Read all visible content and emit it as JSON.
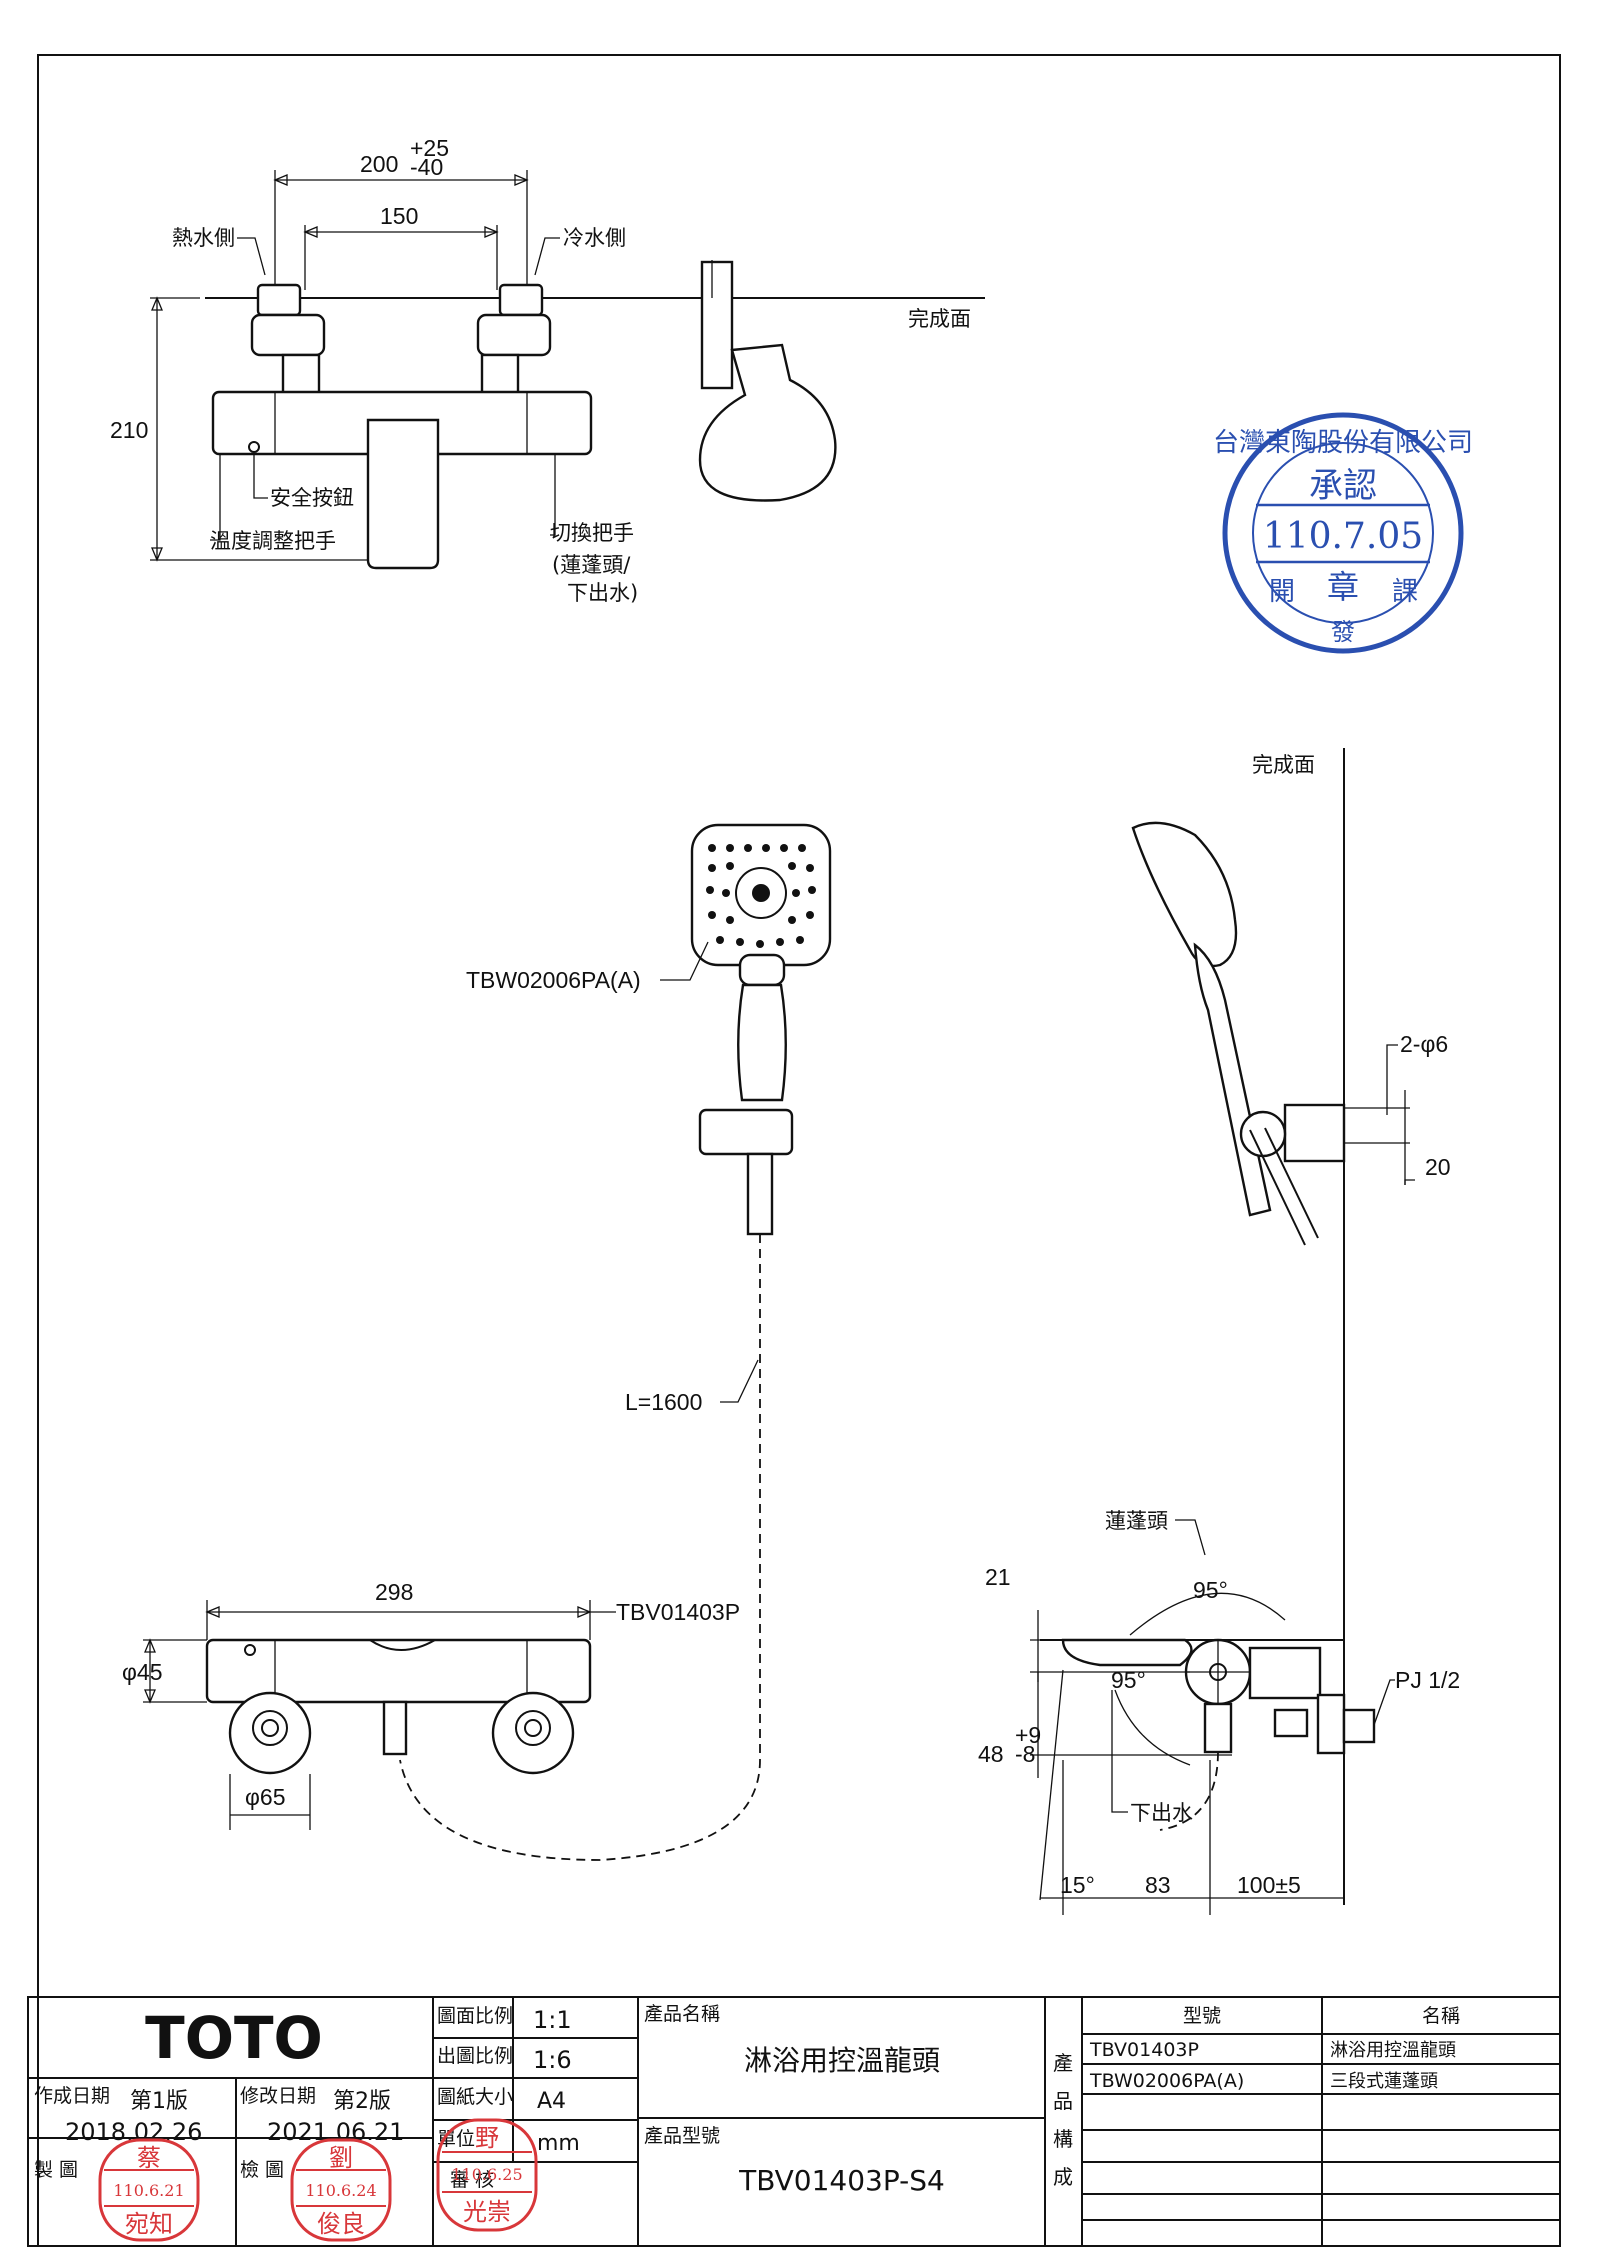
{
  "drawing": {
    "top_view": {
      "dim_200": "200",
      "dim_200_tol_plus": "+25",
      "dim_200_tol_minus": "-40",
      "dim_150": "150",
      "dim_210": "210",
      "hot_side": "熱水側",
      "cold_side": "冷水側",
      "finish_surface": "完成面",
      "safety_button": "安全按鈕",
      "temp_handle": "溫度調整把手",
      "switch_handle_l1": "切換把手",
      "switch_handle_l2": "(蓮蓬頭/",
      "switch_handle_l3": "下出水)"
    },
    "approval_stamp": {
      "company": "台灣東陶股份有限公司",
      "approve": "承認",
      "date": "110.7.05",
      "seal": "章",
      "left": "開",
      "right": "課",
      "bottom": "發"
    },
    "front_view": {
      "shower_model": "TBW02006PA(A)",
      "hose_length": "L=1600",
      "dim_298": "298",
      "dim_d45": "φ45",
      "dim_d65": "φ65",
      "valve_model": "TBV01403P"
    },
    "side_view": {
      "finish_surface": "完成面",
      "holes": "2-φ6",
      "dim_20": "20",
      "shower_head": "蓮蓬頭",
      "angle_top": "95°",
      "angle_inner": "95°",
      "dim_21": "21",
      "pj": "PJ 1/2",
      "dim_48": "48",
      "dim_48_plus": "+9",
      "dim_48_minus": "-8",
      "lower_outlet": "下出水",
      "angle_15": "15°",
      "dim_83": "83",
      "dim_100": "100±5"
    }
  },
  "title_block": {
    "brand": "TOTO",
    "scale_label": "圖面比例",
    "scale_value": "1:1",
    "print_scale_label": "出圖比例",
    "print_scale_value": "1:6",
    "paper_label": "圖紙大小",
    "paper_value": "A4",
    "unit_label": "單位",
    "unit_value": "mm",
    "reviewer_label": "審 核",
    "created_label": "作成日期",
    "edition1": "第1版",
    "created_date": "2018.02.26",
    "revised_label": "修改日期",
    "edition2": "第2版",
    "revised_date": "2021.06.21",
    "drawn_label": "製 圖",
    "checked_label": "檢 圖",
    "product_name_label": "產品名稱",
    "product_name": "淋浴用控溫龍頭",
    "product_code_label": "產品型號",
    "product_code": "TBV01403P-S4",
    "composition_label": [
      "產",
      "品",
      "構",
      "成"
    ],
    "col_model": "型號",
    "col_name": "名稱",
    "components": [
      {
        "model": "TBV01403P",
        "name": "淋浴用控溫龍頭"
      },
      {
        "model": "TBW02006PA(A)",
        "name": "三段式蓮蓬頭"
      }
    ]
  },
  "stamps": {
    "drawn": {
      "top": "蔡",
      "date": "110.6.21",
      "name": "宛知"
    },
    "checked": {
      "top": "劉",
      "date": "110.6.24",
      "name": "俊良"
    },
    "reviewed": {
      "top": "野",
      "date": "110.6.25",
      "name": "光崇"
    }
  }
}
